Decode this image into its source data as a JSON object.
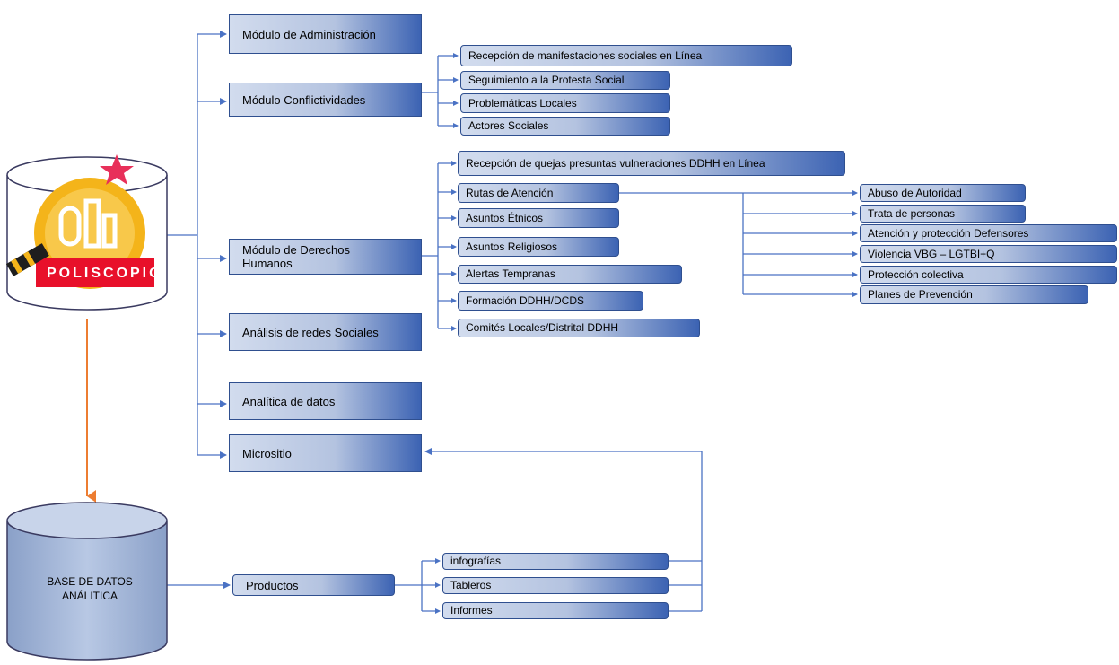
{
  "sources": {
    "logo_text": "POLISCOPIO",
    "database_line1": "BASE DE DATOS",
    "database_line2": "ANÁLITICA"
  },
  "modules": {
    "administracion": "Módulo de Administración",
    "conflictividades": "Módulo Conflictividades",
    "derechos_humanos": "Módulo de Derechos Humanos",
    "redes_sociales": "Análisis de redes Sociales",
    "analitica": "Analítica de datos",
    "micrositio": "Micrositio"
  },
  "conflictividades_items": [
    "Recepción de manifestaciones sociales en Línea",
    "Seguimiento a la Protesta Social",
    "Problemáticas Locales",
    "Actores Sociales"
  ],
  "ddhh_items": [
    "Recepción de quejas presuntas vulneraciones DDHH en Línea",
    "Rutas de Atención",
    "Asuntos Étnicos",
    "Asuntos Religiosos",
    "Alertas Tempranas",
    "Formación DDHH/DCDS",
    "Comités Locales/Distrital DDHH"
  ],
  "rutas_items": [
    "Abuso de Autoridad",
    "Trata de personas",
    "Atención y protección Defensores",
    "Violencia VBG – LGTBI+Q",
    "Protección colectiva",
    "Planes de Prevención"
  ],
  "productos": {
    "label": "Productos",
    "items": [
      "infografías",
      "Tableros",
      "Informes"
    ]
  },
  "colors": {
    "connector": "#4a72c4",
    "db_arrow": "#ed7d31",
    "logo_red": "#e8102a",
    "logo_gold": "#f4b41a"
  }
}
